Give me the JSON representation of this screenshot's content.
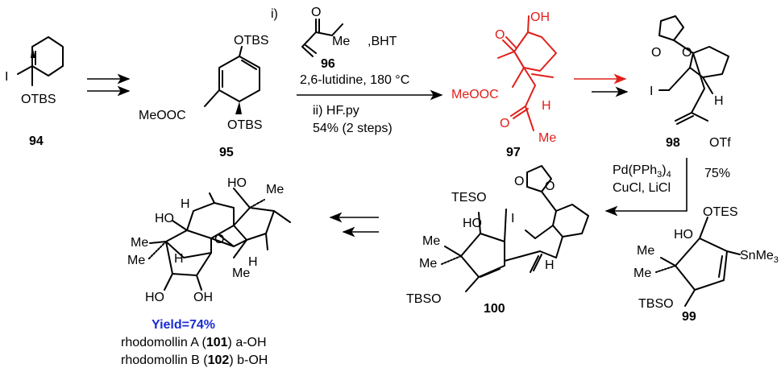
{
  "compounds": {
    "c94": {
      "label": "94",
      "i": "I",
      "otbs": "OTBS"
    },
    "c95": {
      "label": "95",
      "otbs_top": "OTBS",
      "meooc": "MeOOC",
      "otbs_bottom": "OTBS"
    },
    "c97": {
      "label": "97",
      "oh": "OH",
      "o": "O",
      "meooc": "MeOOC",
      "h": "H",
      "o2": "O",
      "me": "Me"
    },
    "c98": {
      "label": "98",
      "o1": "O",
      "o2": "O",
      "i": "I",
      "h": "H",
      "otf": "OTf"
    },
    "c99": {
      "label": "99",
      "otes": "OTES",
      "ho": "HO",
      "me1": "Me",
      "me2": "Me",
      "snme3": "SnMe",
      "snme3_sub": "3",
      "tbso": "TBSO"
    },
    "c100": {
      "label": "100",
      "tesO": "TESO",
      "ho": "HO",
      "i": "I",
      "o1": "O",
      "o2": "O",
      "me1": "Me",
      "me2": "Me",
      "tbso": "TBSO",
      "h": "H"
    },
    "c101": {
      "ho_top": "HO",
      "me_top": "Me",
      "h1": "H",
      "ho_left": "HO",
      "me1": "Me",
      "me2": "Me",
      "o": "O",
      "h2": "H",
      "h3": "H",
      "me3": "Me",
      "ho_bottom": "HO",
      "oh_bottom": "OH"
    }
  },
  "conditions": {
    "step1_i": "i)",
    "reagent96_o": "O",
    "reagent96_me": "Me",
    "reagent96_label": "96",
    "bht": ",BHT",
    "step1_cond": "2,6-lutidine, 180 °C",
    "step2": "ii) HF.py",
    "step2_yield": "54% (2 steps)",
    "pd_reagent": "Pd(PPh",
    "pd_sub": "3",
    "pd_close": ")",
    "pd_sub2": "4",
    "cucl": "CuCl, LiCl",
    "coupling_yield": "75%"
  },
  "results": {
    "yield": "Yield=74%",
    "line1_pre": "rhodomollin A (",
    "line1_num": "101",
    "line1_post": ") a-OH",
    "line2_pre": "rhodomollin B (",
    "line2_num": "102",
    "line2_post": ") b-OH"
  },
  "colors": {
    "highlight": "#e0201b",
    "yield": "#1a2bd6"
  }
}
